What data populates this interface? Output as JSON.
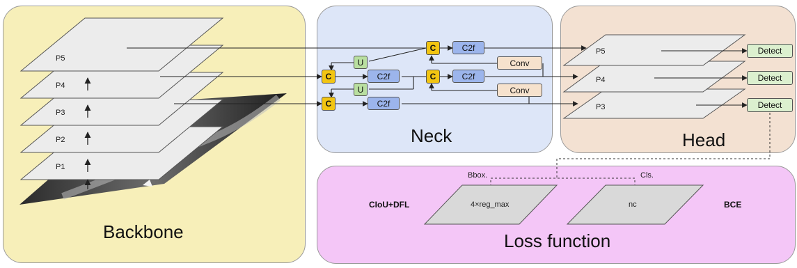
{
  "backbone": {
    "title": "Backbone",
    "layers": [
      "P5",
      "P4",
      "P3",
      "P2",
      "P1"
    ]
  },
  "neck": {
    "title": "Neck",
    "c_label": "C",
    "u_label": "U",
    "c2f_label": "C2f",
    "conv_label": "Conv"
  },
  "head": {
    "title": "Head",
    "layers": [
      "P5",
      "P4",
      "P3"
    ],
    "detect_label": "Detect"
  },
  "loss": {
    "title": "Loss function",
    "bbox_label": "Bbox.",
    "cls_label": "Cls.",
    "left_loss": "CIoU+DFL",
    "right_loss": "BCE",
    "bbox_box": "4×reg_max",
    "cls_box": "nc"
  },
  "colors": {
    "backbone_bg": "#f7efb9",
    "neck_bg": "#dde6f8",
    "head_bg": "#f3e1d2",
    "loss_bg": "#f4c6f7",
    "c_block": "#f2c512",
    "c2f_block": "#9cb5ec",
    "conv_block": "#f6e2cd",
    "u_block": "#b9dfa0",
    "detect_block": "#dcf0cf"
  }
}
